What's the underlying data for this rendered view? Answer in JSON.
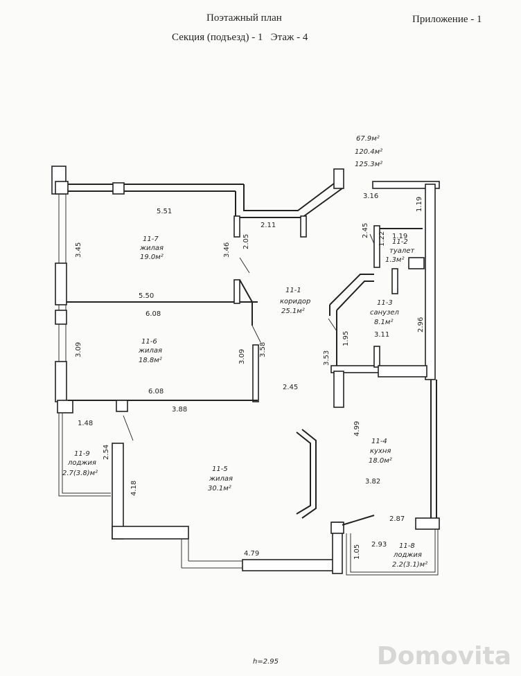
{
  "header": {
    "title": "Поэтажный план",
    "appendix": "Приложение - 1",
    "section_floor": "Секция (подъезд) - 1   Этаж - 4"
  },
  "totals": [
    "67.9м²",
    "120.4м²",
    "125.3м²"
  ],
  "rooms": {
    "r7": {
      "num": "11-7",
      "name": "жилая",
      "area": "19.0м²"
    },
    "r6": {
      "num": "11-6",
      "name": "жилая",
      "area": "18.8м²"
    },
    "r5": {
      "num": "11-5",
      "name": "жилая",
      "area": "30.1м²"
    },
    "r9": {
      "num": "11-9",
      "name": "лоджия",
      "area": "2.7(3.8)м²"
    },
    "r1": {
      "num": "11-1",
      "name": "коридор",
      "area": "25.1м²"
    },
    "r2": {
      "num": "11-2",
      "name": "туалет",
      "area": "1.3м²"
    },
    "r3": {
      "num": "11-3",
      "name": "санузел",
      "area": "8.1м²"
    },
    "r4": {
      "num": "11-4",
      "name": "кухня",
      "area": "18.0м²"
    },
    "r8": {
      "num": "11-8",
      "name": "лоджия",
      "area": "2.2(3.1)м²"
    }
  },
  "dims": {
    "d551": "5.51",
    "d345": "3.45",
    "d346": "3.46",
    "d205": "2.05",
    "d211": "2.11",
    "d316": "3.16",
    "d119a": "1.19",
    "d245a": "2.45",
    "d122": "1.22",
    "d119b": "1.19",
    "d550": "5.50",
    "d608a": "6.08",
    "d309a": "3.09",
    "d309b": "3.09",
    "d358": "3.58",
    "d195": "1.95",
    "d353": "3.53",
    "d311": "3.11",
    "d296": "2.96",
    "d608b": "6.08",
    "d388": "3.88",
    "d245b": "2.45",
    "d148": "1.48",
    "d254": "2.54",
    "d418": "4.18",
    "d499": "4.99",
    "d382": "3.82",
    "d287": "2.87",
    "d293": "2.93",
    "d105": "1.05",
    "d479": "4.79"
  },
  "height": "h=2.95",
  "watermark": "Domovita"
}
